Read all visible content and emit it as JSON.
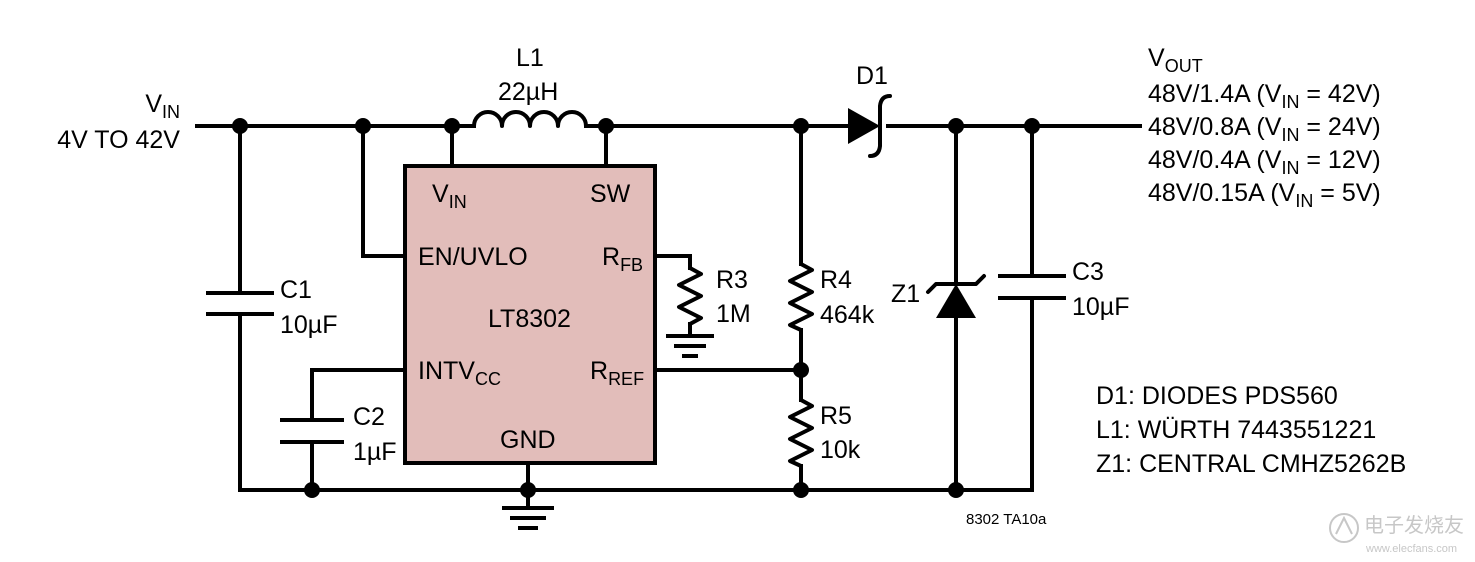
{
  "input": {
    "name_main": "V",
    "name_sub": "IN",
    "range": "4V TO 42V"
  },
  "output": {
    "name_main": "V",
    "name_sub": "OUT",
    "specs": [
      {
        "pre": "48V/1.4A (V",
        "sub": "IN",
        "post": " = 42V)"
      },
      {
        "pre": "48V/0.8A (V",
        "sub": "IN",
        "post": " = 24V)"
      },
      {
        "pre": "48V/0.4A (V",
        "sub": "IN",
        "post": " = 12V)"
      },
      {
        "pre": "48V/0.15A (V",
        "sub": "IN",
        "post": " = 5V)"
      }
    ]
  },
  "ic": {
    "name": "LT8302",
    "color": "#e2bdba",
    "pins": {
      "vin_main": "V",
      "vin_sub": "IN",
      "sw": "SW",
      "en": "EN/UVLO",
      "rfb_main": "R",
      "rfb_sub": "FB",
      "intvcc_main": "INTV",
      "intvcc_sub": "CC",
      "rref_main": "R",
      "rref_sub": "REF",
      "gnd": "GND"
    }
  },
  "components": {
    "l1": {
      "ref": "L1",
      "value": "22µH"
    },
    "d1": {
      "ref": "D1"
    },
    "c1": {
      "ref": "C1",
      "value": "10µF"
    },
    "c2": {
      "ref": "C2",
      "value": "1µF"
    },
    "c3": {
      "ref": "C3",
      "value": "10µF"
    },
    "r3": {
      "ref": "R3",
      "value": "1M"
    },
    "r4": {
      "ref": "R4",
      "value": "464k"
    },
    "r5": {
      "ref": "R5",
      "value": "10k"
    },
    "z1": {
      "ref": "Z1"
    }
  },
  "bom": [
    "D1: DIODES PDS560",
    "L1: WÜRTH 7443551221",
    "Z1: CENTRAL CMHZ5262B"
  ],
  "figure_id": "8302 TA10a",
  "watermark": {
    "cn": "电子发烧友",
    "url": "www.elecfans.com"
  }
}
